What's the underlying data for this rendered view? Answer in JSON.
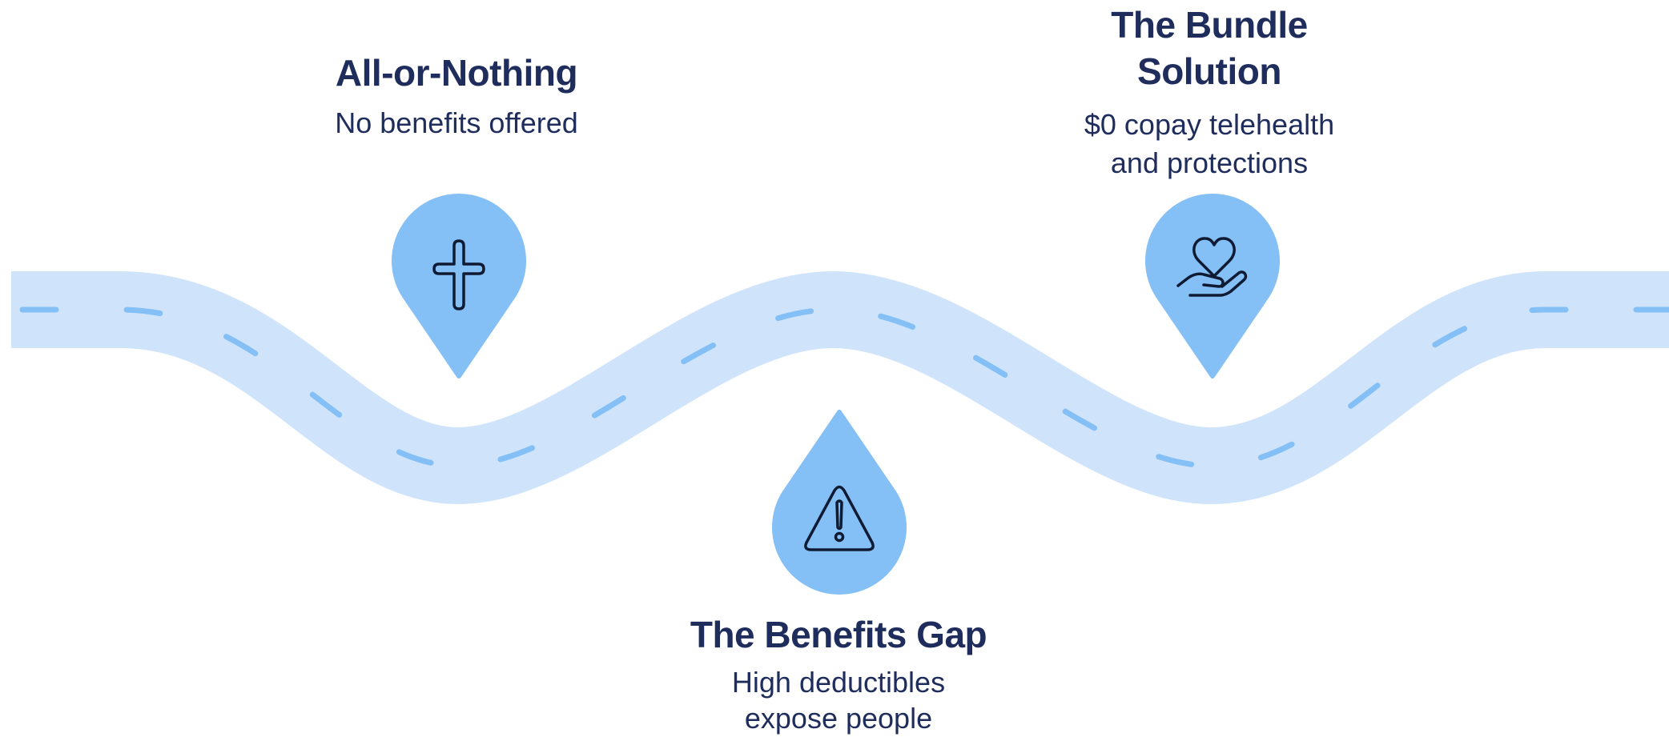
{
  "stages": [
    {
      "title": "All-or-Nothing",
      "description": "No benefits offered",
      "icon": "cross-icon"
    },
    {
      "title": "The Benefits Gap",
      "description_lines": [
        "High deductibles",
        "expose people"
      ],
      "icon": "warning-triangle-icon"
    },
    {
      "title_lines": [
        "The Bundle",
        "Solution"
      ],
      "description_lines": [
        "$0 copay telehealth",
        "and protections"
      ],
      "icon": "heart-in-hand-icon"
    }
  ],
  "colors": {
    "road": "#cfe4fb",
    "road_dash": "#84bff5",
    "pin": "#84bff5",
    "icon_stroke": "#0f1a33",
    "text": "#1f2d5c",
    "background": "#ffffff"
  }
}
